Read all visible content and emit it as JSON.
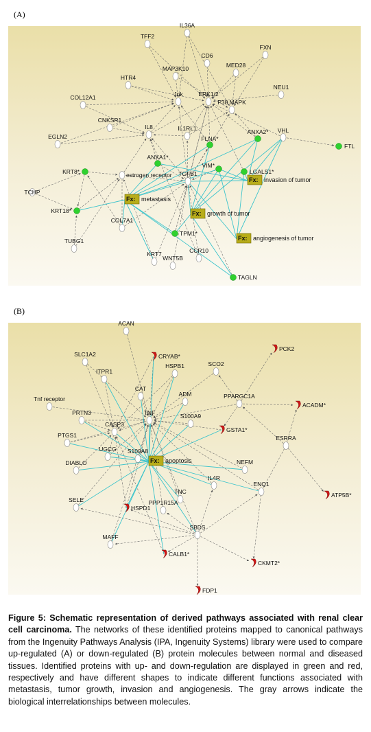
{
  "panel_a": {
    "label": "(A)",
    "nodes": [
      {
        "id": "IL36A",
        "label": "IL36A",
        "color": "none"
      },
      {
        "id": "TFF2",
        "label": "TFF2",
        "color": "none"
      },
      {
        "id": "FXN",
        "label": "FXN",
        "color": "none"
      },
      {
        "id": "CD6",
        "label": "CD6",
        "color": "none"
      },
      {
        "id": "MED28",
        "label": "MED28",
        "color": "none"
      },
      {
        "id": "HTR4",
        "label": "HTR4",
        "color": "none"
      },
      {
        "id": "MAP3K10",
        "label": "MAP3K10",
        "color": "none"
      },
      {
        "id": "NEU1",
        "label": "NEU1",
        "color": "none"
      },
      {
        "id": "COL12A1",
        "label": "COL12A1",
        "color": "none"
      },
      {
        "id": "Jnk",
        "label": "Jnk",
        "color": "none"
      },
      {
        "id": "ERK1/2",
        "label": "ERK1/2",
        "color": "none"
      },
      {
        "id": "P38 MAPK",
        "label": "P38 MAPK",
        "color": "none"
      },
      {
        "id": "CNKSR1",
        "label": "CNKSR1",
        "color": "none"
      },
      {
        "id": "IL8",
        "label": "IL8",
        "color": "none"
      },
      {
        "id": "IL1RL1",
        "label": "IL1RL1",
        "color": "none"
      },
      {
        "id": "ANXA2*",
        "label": "ANXA2*",
        "color": "green"
      },
      {
        "id": "VHL",
        "label": "VHL",
        "color": "none"
      },
      {
        "id": "FTL",
        "label": "FTL",
        "color": "green"
      },
      {
        "id": "EGLN2",
        "label": "EGLN2",
        "color": "none"
      },
      {
        "id": "FLNA*",
        "label": "FLNA*",
        "color": "green"
      },
      {
        "id": "KRT8*",
        "label": "KRT8*",
        "color": "green"
      },
      {
        "id": "estrogen receptor",
        "label": "estrogen receptor",
        "color": "none"
      },
      {
        "id": "ANXA1*",
        "label": "ANXA1*",
        "color": "green"
      },
      {
        "id": "VIM*",
        "label": "VIM*",
        "color": "green"
      },
      {
        "id": "LGALS1*",
        "label": "LGALS1*",
        "color": "green"
      },
      {
        "id": "TGFB1",
        "label": "TGFB1",
        "color": "none"
      },
      {
        "id": "TCHP",
        "label": "TCHP",
        "color": "none"
      },
      {
        "id": "KRT18*",
        "label": "KRT18*",
        "color": "green"
      },
      {
        "id": "COL7A1",
        "label": "COL7A1",
        "color": "none"
      },
      {
        "id": "TPM1*",
        "label": "TPM1*",
        "color": "green"
      },
      {
        "id": "TUBG1",
        "label": "TUBG1",
        "color": "none"
      },
      {
        "id": "KRT7",
        "label": "KRT7",
        "color": "none"
      },
      {
        "id": "WNT5B",
        "label": "WNT5B",
        "color": "none"
      },
      {
        "id": "CCR10",
        "label": "CCR10",
        "color": "none"
      },
      {
        "id": "TAGLN",
        "label": "TAGLN",
        "color": "green"
      }
    ],
    "functions": [
      {
        "id": "invasion",
        "prefix": "Fx:",
        "label": "invasion of tumor"
      },
      {
        "id": "metastasis",
        "prefix": "Fx:",
        "label": "metastasis"
      },
      {
        "id": "growth",
        "prefix": "Fx:",
        "label": "growth of tumor"
      },
      {
        "id": "angiogenesis",
        "prefix": "Fx:",
        "label": "angiogenesis of tumor"
      }
    ]
  },
  "panel_b": {
    "label": "(B)",
    "nodes": [
      {
        "id": "ACAN",
        "label": "ACAN",
        "color": "none"
      },
      {
        "id": "CRYAB*",
        "label": "CRYAB*",
        "color": "red"
      },
      {
        "id": "PCK2",
        "label": "PCK2",
        "color": "red"
      },
      {
        "id": "SLC1A2",
        "label": "SLC1A2",
        "color": "none"
      },
      {
        "id": "ITPR1",
        "label": "ITPR1",
        "color": "none"
      },
      {
        "id": "HSPB1",
        "label": "HSPB1",
        "color": "none"
      },
      {
        "id": "SCO2",
        "label": "SCO2",
        "color": "none"
      },
      {
        "id": "CAT",
        "label": "CAT",
        "color": "none"
      },
      {
        "id": "ADM",
        "label": "ADM",
        "color": "none"
      },
      {
        "id": "PPARGC1A",
        "label": "PPARGC1A",
        "color": "none"
      },
      {
        "id": "ACADM*",
        "label": "ACADM*",
        "color": "red"
      },
      {
        "id": "Tnf receptor",
        "label": "Tnf receptor",
        "color": "none"
      },
      {
        "id": "PRTN3",
        "label": "PRTN3",
        "color": "none"
      },
      {
        "id": "TNF",
        "label": "TNF",
        "color": "none"
      },
      {
        "id": "CASP3",
        "label": "CASP3",
        "color": "none"
      },
      {
        "id": "S100A9",
        "label": "S100A9",
        "color": "none"
      },
      {
        "id": "GSTA1*",
        "label": "GSTA1*",
        "color": "red"
      },
      {
        "id": "PTGS1",
        "label": "PTGS1",
        "color": "none"
      },
      {
        "id": "ESRRA",
        "label": "ESRRA",
        "color": "none"
      },
      {
        "id": "UGCG",
        "label": "UGCG",
        "color": "none"
      },
      {
        "id": "S100A8",
        "label": "S100A8",
        "color": "none"
      },
      {
        "id": "DIABLO",
        "label": "DIABLO",
        "color": "none"
      },
      {
        "id": "NEFM",
        "label": "NEFM",
        "color": "none"
      },
      {
        "id": "IL4R",
        "label": "IL4R",
        "color": "none"
      },
      {
        "id": "ENO1",
        "label": "ENO1",
        "color": "none"
      },
      {
        "id": "ATP5B*",
        "label": "ATP5B*",
        "color": "red"
      },
      {
        "id": "SELE",
        "label": "SELE",
        "color": "none"
      },
      {
        "id": "HSPD1",
        "label": "HSPD1",
        "color": "red"
      },
      {
        "id": "PPP1R15A",
        "label": "PPP1R15A",
        "color": "none"
      },
      {
        "id": "TNC",
        "label": "TNC",
        "color": "none"
      },
      {
        "id": "SBDS",
        "label": "SBDS",
        "color": "none"
      },
      {
        "id": "MAFF",
        "label": "MAFF",
        "color": "none"
      },
      {
        "id": "CALB1*",
        "label": "CALB1*",
        "color": "red"
      },
      {
        "id": "CKMT2*",
        "label": "CKMT2*",
        "color": "red"
      },
      {
        "id": "FDP1",
        "label": "FDP1",
        "color": "red"
      }
    ],
    "functions": [
      {
        "id": "apoptosis",
        "prefix": "Fx:",
        "label": "apoptosis"
      }
    ]
  },
  "caption": {
    "bold": "Figure 5: Schematic representation of derived pathways associated with renal clear cell carcinoma.",
    "text": " The networks of these identified proteins mapped to canonical pathways from the Ingenuity Pathways Analysis (IPA, Ingenuity Systems) library were used to compare up-regulated (A) or down-regulated (B) protein molecules between normal and diseased tissues. Identified proteins with up- and down-regulation are displayed in green and red, respectively and have different shapes to indicate different functions associated with metastasis, tumor growth, invasion and angiogenesis. The gray arrows indicate the biological interrelationships between molecules."
  },
  "colors": {
    "up": "#2fd12f",
    "down": "#d01818",
    "edge_gray": "#6b6b6b",
    "edge_cyan": "#3cc4cc",
    "fx_box": "#b8ad1a",
    "bg_top": "#ece3b2",
    "bg_bottom": "#fbf8ee"
  }
}
